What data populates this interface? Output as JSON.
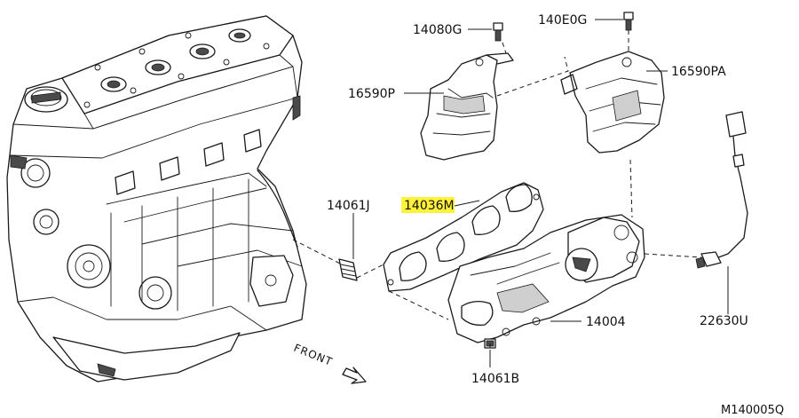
{
  "parts": [
    {
      "id": "p14080g_left",
      "label": "14080G",
      "highlighted": false
    },
    {
      "id": "p14080g_right",
      "label": "140E0G",
      "highlighted": false
    },
    {
      "id": "p16590p",
      "label": "16590P",
      "highlighted": false
    },
    {
      "id": "p16590pa",
      "label": "16590PA",
      "highlighted": false
    },
    {
      "id": "p14061j",
      "label": "14061J",
      "highlighted": false
    },
    {
      "id": "p14036m",
      "label": "14036M",
      "highlighted": true
    },
    {
      "id": "p14004",
      "label": "14004",
      "highlighted": false
    },
    {
      "id": "p22630u",
      "label": "22630U",
      "highlighted": false
    },
    {
      "id": "p14061b",
      "label": "14061B",
      "highlighted": false
    }
  ],
  "direction_label": "FRONT",
  "reference_code": "M140005Q",
  "colors": {
    "ink": "#1a1a1a",
    "highlight": "#fff23a",
    "background": "#ffffff"
  }
}
